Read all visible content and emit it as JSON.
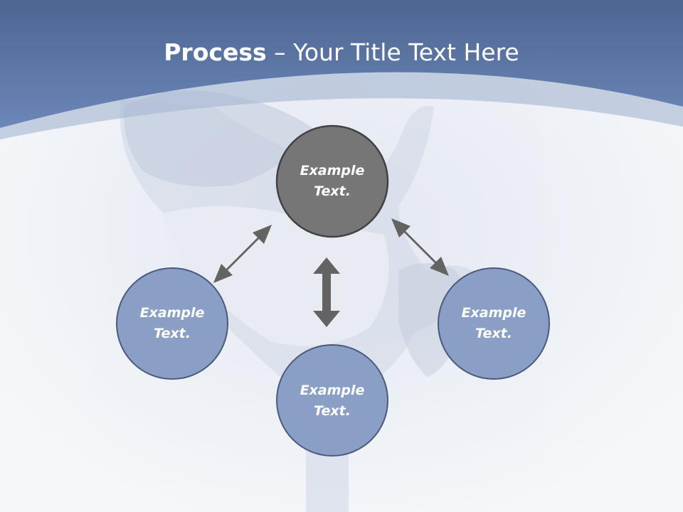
{
  "slide": {
    "title_bold": "Process",
    "title_rest": " – Your Title Text Here"
  },
  "diagram": {
    "nodes": [
      {
        "id": "top",
        "line1": "Example",
        "line2": "Text."
      },
      {
        "id": "left",
        "line1": "Example",
        "line2": "Text."
      },
      {
        "id": "bottom",
        "line1": "Example",
        "line2": "Text."
      },
      {
        "id": "right",
        "line1": "Example",
        "line2": "Text."
      }
    ],
    "colors": {
      "header_band": "#5f7aab",
      "center_node": "#767676",
      "outer_node": "#8a9fc5",
      "node_outline": "#3f4e6e",
      "arrow": "#636363"
    }
  }
}
